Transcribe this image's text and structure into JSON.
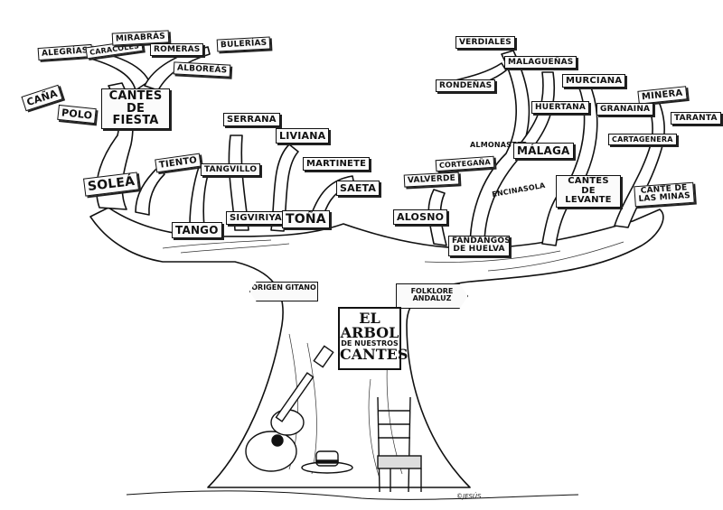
{
  "title": {
    "line1": "EL",
    "line2": "ARBOL",
    "line3": "DE NUESTROS",
    "line4": "CANTES"
  },
  "origins": {
    "left": "ORIGEN GITANO",
    "right": "FOLKLORE ANDALUZ"
  },
  "signature": "©JESÚS",
  "left_branches": {
    "alegrias": "ALEGRÍAS",
    "caracoles": "CARACOLES",
    "mirabras": "MIRABRÁS",
    "romeras": "ROMERAS",
    "bulerias": "BULERÍAS",
    "alboreas": "ALBOREÁS",
    "cana": "CAÑA",
    "polo": "POLO",
    "cantes_fiesta": "CANTES DE FIESTA",
    "serrana": "SERRANA",
    "liviana": "LIVIANA",
    "martinete": "MARTINETE",
    "saeta": "SAETA",
    "tiento": "TIENTO",
    "tangcillo": "TANGVILLO",
    "solea": "SOLEÁ",
    "tango": "TANGO",
    "siguiriya": "SIGVIRIYA",
    "tona": "TOÑA"
  },
  "right_branches": {
    "verdiales": "VERDIALES",
    "malaguenas": "MALAGUEÑAS",
    "rondenas": "RONDEÑAS",
    "murciana": "MURCIANA",
    "minera": "MINERA",
    "huertana": "HUERTANA",
    "granaina": "GRANAINA",
    "taranta": "TARANTA",
    "cartagenera": "CARTAGENERA",
    "almonaster": "ALMONASTER",
    "malaga": "MÁLAGA",
    "cortegana": "CORTEGAÑA",
    "valverde": "VALVERDE",
    "encinasola": "ENCINASOLA",
    "alosno": "ALOSNO",
    "fandangos": "FANDANGOS DE HUELVA",
    "cantes_levante": "CANTES DE LEVANTE",
    "cante_minas": "CANTE DE LAS MINAS"
  }
}
